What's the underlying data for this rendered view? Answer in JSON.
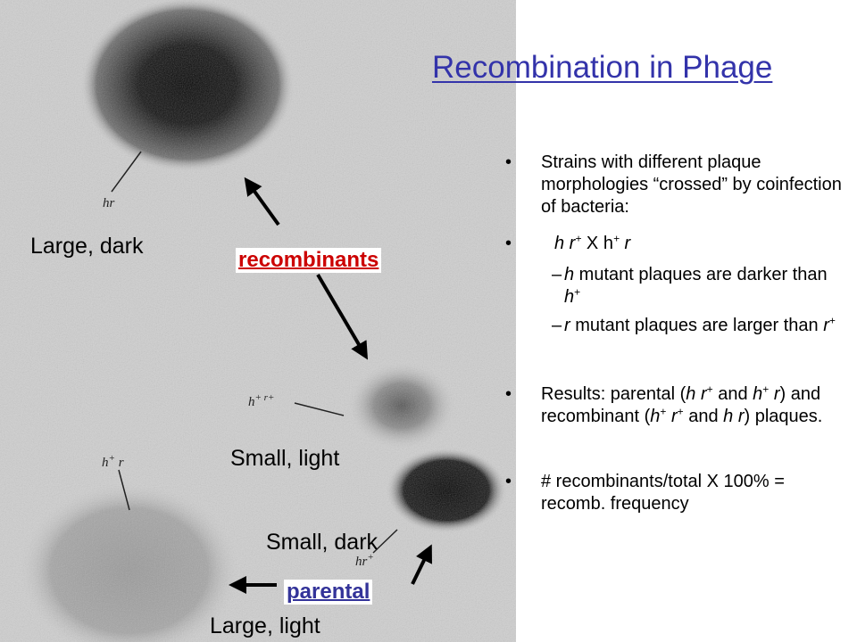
{
  "title": "Recombination in Phage",
  "bullets": {
    "b1": "Strains with different plaque morphologies “crossed” by coinfection of bacteria:",
    "b2": {
      "p1": "h r",
      "s1": "+",
      "p2": " X h",
      "s2": "+",
      "p3": " r"
    },
    "sub1": {
      "p1": "h",
      "p2": " mutant plaques are darker than ",
      "p3": "h",
      "s1": "+"
    },
    "sub2": {
      "p1": "r",
      "p2": " mutant plaques are larger than ",
      "p3": "r",
      "s1": "+"
    },
    "b3": {
      "p1": "Results: parental (",
      "p2": "h r",
      "s1": "+",
      "p3": " and ",
      "p4": "h",
      "s2": "+",
      "p5": "r",
      "p6": ") and recombinant (",
      "p7": "h",
      "s3": "+",
      "p8": " r",
      "s4": "+",
      "p9": " and ",
      "p10": "h r",
      "p11": ") plaques."
    },
    "b4": "# recombinants/total X 100% = recomb. frequency"
  },
  "photo": {
    "labels": {
      "large_dark": "Large, dark",
      "small_light": "Small, light",
      "small_dark": "Small, dark",
      "large_light": "Large, light"
    },
    "plaque_tags": {
      "hr_top": "hr",
      "h_plus_r_plus_main": "h",
      "h_plus_r_plus_sup": "+ r",
      "h_plus_r_plus_sup2": "+",
      "h_plus_r_main": "h",
      "h_plus_r_sup": "+",
      "h_plus_r_tail": " r",
      "hr_plus_main": "hr",
      "hr_plus_sup": "+"
    },
    "recombinants_label": "recombinants",
    "parental_label": "parental"
  },
  "colors": {
    "title": "#3333aa",
    "recombinants": "#cc0000",
    "parental": "#333399",
    "photo_background": "#cfcfcf"
  }
}
